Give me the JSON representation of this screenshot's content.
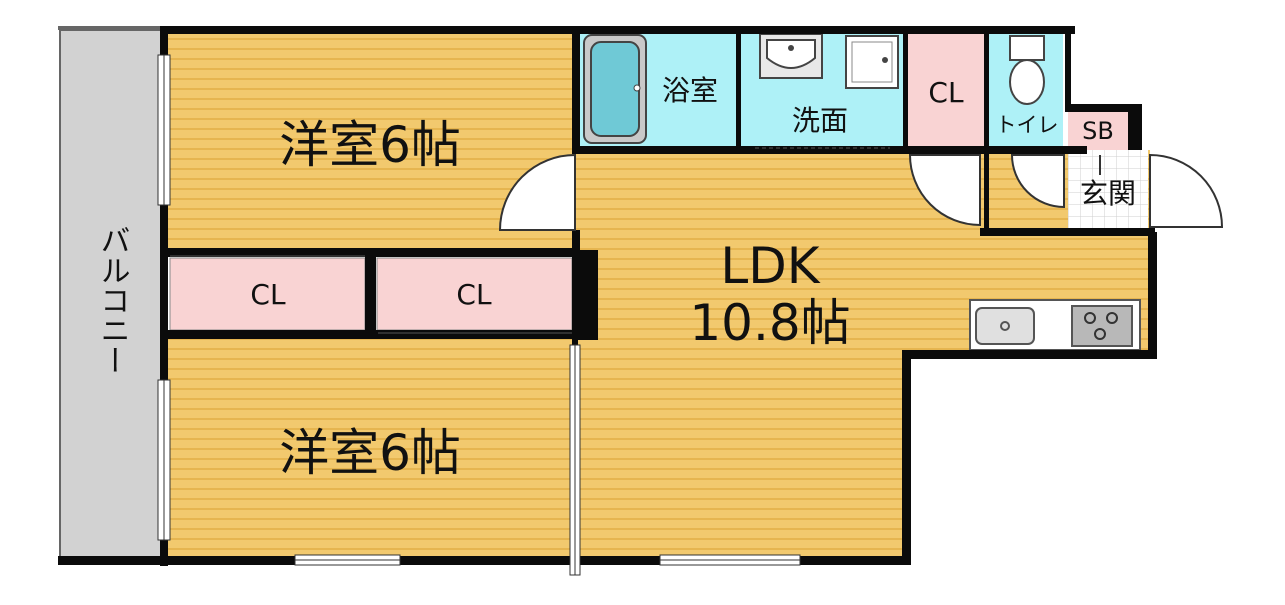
{
  "colors": {
    "wall": "#0b0b0b",
    "floor": "#f2c96e",
    "floor_stripe": "#e7b956",
    "wet_area": "#aef1f7",
    "closet": "#f9d3d3",
    "balcony": "#d2d2d2",
    "entrance_tile": "#ffffff",
    "fixture": "#c9c9c9"
  },
  "rooms": {
    "western_room_top": {
      "label": "洋室6帖"
    },
    "western_room_bottom": {
      "label": "洋室6帖"
    },
    "ldk": {
      "label_line1": "LDK",
      "label_line2": "10.8帖"
    },
    "bathroom": {
      "label": "浴室"
    },
    "washroom": {
      "label": "洗面"
    },
    "closet_wet": {
      "label": "CL"
    },
    "toilet": {
      "label": "トイレ"
    },
    "shoe_box": {
      "label": "SB"
    },
    "entrance": {
      "label": "玄関"
    },
    "closet_left": {
      "label": "CL"
    },
    "closet_right": {
      "label": "CL"
    },
    "balcony": {
      "label": "バルコニー"
    }
  },
  "icons": [
    "bathtub-icon",
    "washbasin-icon",
    "washing-machine-pan-icon",
    "toilet-icon",
    "sink-icon",
    "stove-icon"
  ]
}
